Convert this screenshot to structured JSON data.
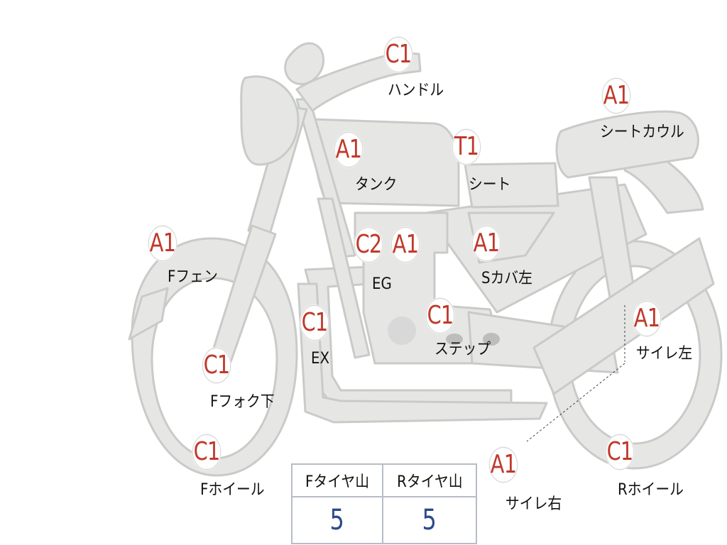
{
  "colors": {
    "bike_fill": "#e6e7e4",
    "bike_stroke": "#c9cbc8",
    "badge_text": "#c0392b",
    "label_text": "#111111",
    "table_value": "#2e4a8c",
    "table_border": "#b7bcc6"
  },
  "parts": [
    {
      "id": "handle",
      "grade": "C1",
      "label": "ハンドル"
    },
    {
      "id": "seat-cowl",
      "grade": "A1",
      "label": "シートカウル"
    },
    {
      "id": "tank",
      "grade": "A1",
      "label": "タンク"
    },
    {
      "id": "seat",
      "grade": "T1",
      "label": "シート"
    },
    {
      "id": "f-fender",
      "grade": "A1",
      "label": "Fフェン"
    },
    {
      "id": "eg-c2",
      "grade": "C2",
      "label": ""
    },
    {
      "id": "eg",
      "grade": "A1",
      "label": "EG"
    },
    {
      "id": "s-cover-left",
      "grade": "A1",
      "label": "Sカバ左"
    },
    {
      "id": "ex",
      "grade": "C1",
      "label": "EX"
    },
    {
      "id": "step",
      "grade": "C1",
      "label": "ステップ"
    },
    {
      "id": "muffler-left",
      "grade": "A1",
      "label": "サイレ左"
    },
    {
      "id": "f-fork-lower",
      "grade": "C1",
      "label": "Fフォク下"
    },
    {
      "id": "f-wheel",
      "grade": "C1",
      "label": "Fホイール"
    },
    {
      "id": "muffler-right",
      "grade": "A1",
      "label": "サイレ右"
    },
    {
      "id": "r-wheel",
      "grade": "C1",
      "label": "Rホイール"
    }
  ],
  "tire_table": {
    "headers": [
      "Fタイヤ山",
      "Rタイヤ山"
    ],
    "values": [
      "5",
      "5"
    ]
  }
}
